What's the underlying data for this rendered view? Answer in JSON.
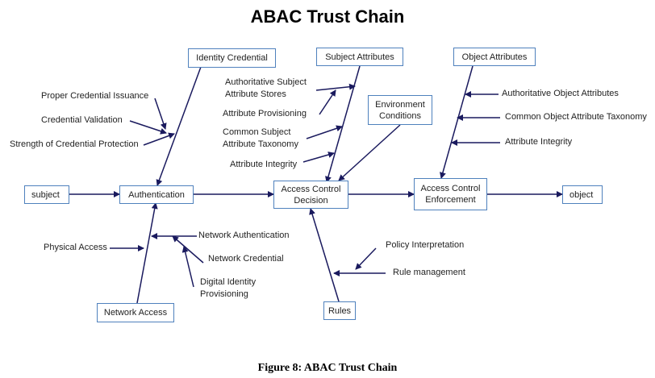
{
  "title": "ABAC Trust Chain",
  "caption": "Figure 8: ABAC Trust Chain",
  "nodes": {
    "identity_credential": "Identity Credential",
    "subject_attributes": "Subject Attributes",
    "object_attributes": "Object Attributes",
    "environment_conditions": "Environment\nConditions",
    "subject": "subject",
    "authentication": "Authentication",
    "access_control_decision": "Access Control\nDecision",
    "access_control_enforcement": "Access Control\nEnforcement",
    "object": "object",
    "network_access": "Network Access",
    "rules": "Rules"
  },
  "labels": {
    "proper_credential_issuance": "Proper Credential Issuance",
    "credential_validation": "Credential Validation",
    "strength_of_credential_protection": "Strength of Credential Protection",
    "authoritative_subject_attribute_stores": "Authoritative Subject\nAttribute Stores",
    "attribute_provisioning": "Attribute Provisioning",
    "common_subject_attribute_taxonomy": "Common Subject\nAttribute Taxonomy",
    "subject_attribute_integrity": "Attribute Integrity",
    "authoritative_object_attributes": "Authoritative Object Attributes",
    "common_object_attribute_taxonomy": "Common Object Attribute Taxonomy",
    "object_attribute_integrity": "Attribute Integrity",
    "physical_access": "Physical Access",
    "network_authentication": "Network Authentication",
    "network_credential": "Network Credential",
    "digital_identity_provisioning": "Digital Identity\nProvisioning",
    "policy_interpretation": "Policy Interpretation",
    "rule_management": "Rule management"
  },
  "colors": {
    "box_border": "#4f81bd",
    "arrow": "#1a1a5e"
  }
}
